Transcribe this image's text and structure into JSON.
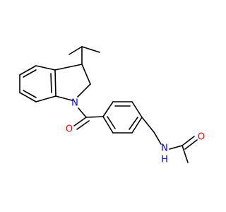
{
  "molecule": {
    "atom_labels": [
      {
        "id": "n-indoline",
        "text": "N",
        "color": "#0000ff"
      },
      {
        "id": "o-carbonyl",
        "text": "O",
        "color": "#ff0000"
      },
      {
        "id": "nh-amide",
        "text": "N",
        "color": "#0000ff"
      },
      {
        "id": "h-amide",
        "text": "H",
        "color": "#0000ff"
      },
      {
        "id": "o-amide",
        "text": "O",
        "color": "#ff0000"
      }
    ],
    "bond_color": "#000000"
  }
}
